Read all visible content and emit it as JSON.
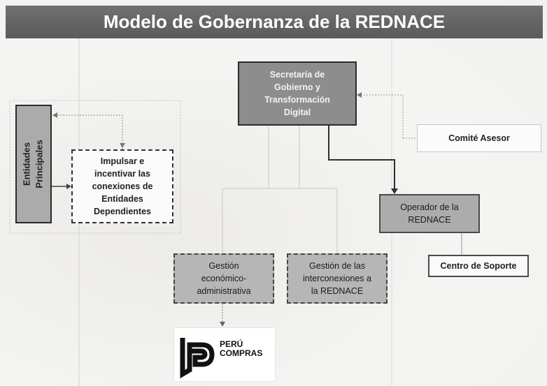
{
  "title": "Modelo de Gobernanza de la REDNACE",
  "nodes": {
    "secretaria": [
      "Secretaría de",
      "Gobierno y",
      "Transformación",
      "Digital"
    ],
    "entidades": [
      "Entidades",
      "Principales"
    ],
    "impulsar": [
      "Impulsar e",
      "incentivar las",
      "conexiones de",
      "Entidades",
      "Dependientes"
    ],
    "comite": "Comité Asesor",
    "operador": [
      "Operador de la",
      "REDNACE"
    ],
    "centro": "Centro de Soporte",
    "gestion_eco": [
      "Gestión",
      "económico-",
      "administrativa"
    ],
    "gestion_int": [
      "Gestión de las",
      "interconexiones a",
      "la REDNACE"
    ]
  },
  "logo": {
    "line1": "PERÚ",
    "line2": "COMPRAS"
  },
  "colors": {
    "title_bg": "#616161",
    "node_dark": "#8d8d8d",
    "node_mid": "#acacac",
    "node_light": "#fafafa"
  }
}
